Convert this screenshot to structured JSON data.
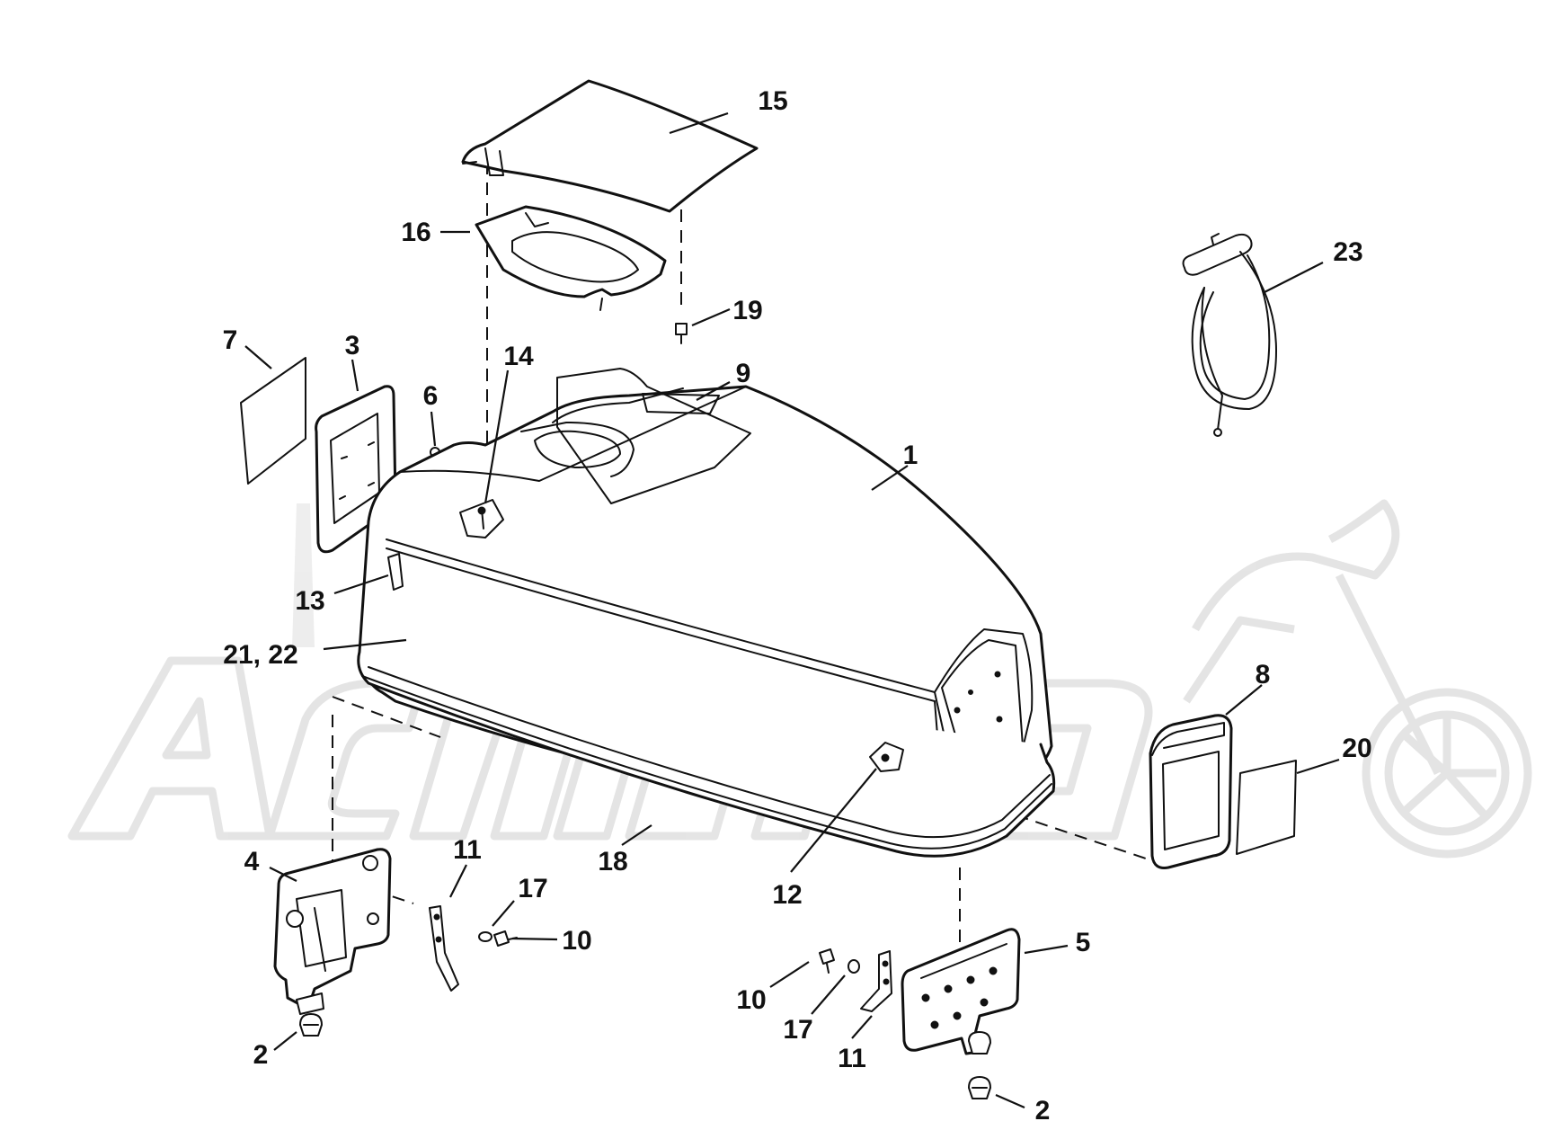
{
  "callouts": [
    {
      "id": "c15",
      "label": "15"
    },
    {
      "id": "c16",
      "label": "16"
    },
    {
      "id": "c19",
      "label": "19"
    },
    {
      "id": "c23",
      "label": "23"
    },
    {
      "id": "c7",
      "label": "7"
    },
    {
      "id": "c3",
      "label": "3"
    },
    {
      "id": "c14",
      "label": "14"
    },
    {
      "id": "c9",
      "label": "9"
    },
    {
      "id": "c6",
      "label": "6"
    },
    {
      "id": "c1",
      "label": "1"
    },
    {
      "id": "c13",
      "label": "13"
    },
    {
      "id": "c21-22",
      "label": "21, 22"
    },
    {
      "id": "c8",
      "label": "8"
    },
    {
      "id": "c20",
      "label": "20"
    },
    {
      "id": "c11a",
      "label": "11"
    },
    {
      "id": "c17a",
      "label": "17"
    },
    {
      "id": "c10a",
      "label": "10"
    },
    {
      "id": "c4",
      "label": "4"
    },
    {
      "id": "c18",
      "label": "18"
    },
    {
      "id": "c12",
      "label": "12"
    },
    {
      "id": "c5",
      "label": "5"
    },
    {
      "id": "c10b",
      "label": "10"
    },
    {
      "id": "c17b",
      "label": "17"
    },
    {
      "id": "c11b",
      "label": "11"
    },
    {
      "id": "c2a",
      "label": "2"
    },
    {
      "id": "c2b",
      "label": "2"
    }
  ],
  "watermark": {
    "text": "ActiMoto",
    "color": "#e2e2e2"
  },
  "colors": {
    "line": "#111111",
    "background": "#ffffff"
  }
}
